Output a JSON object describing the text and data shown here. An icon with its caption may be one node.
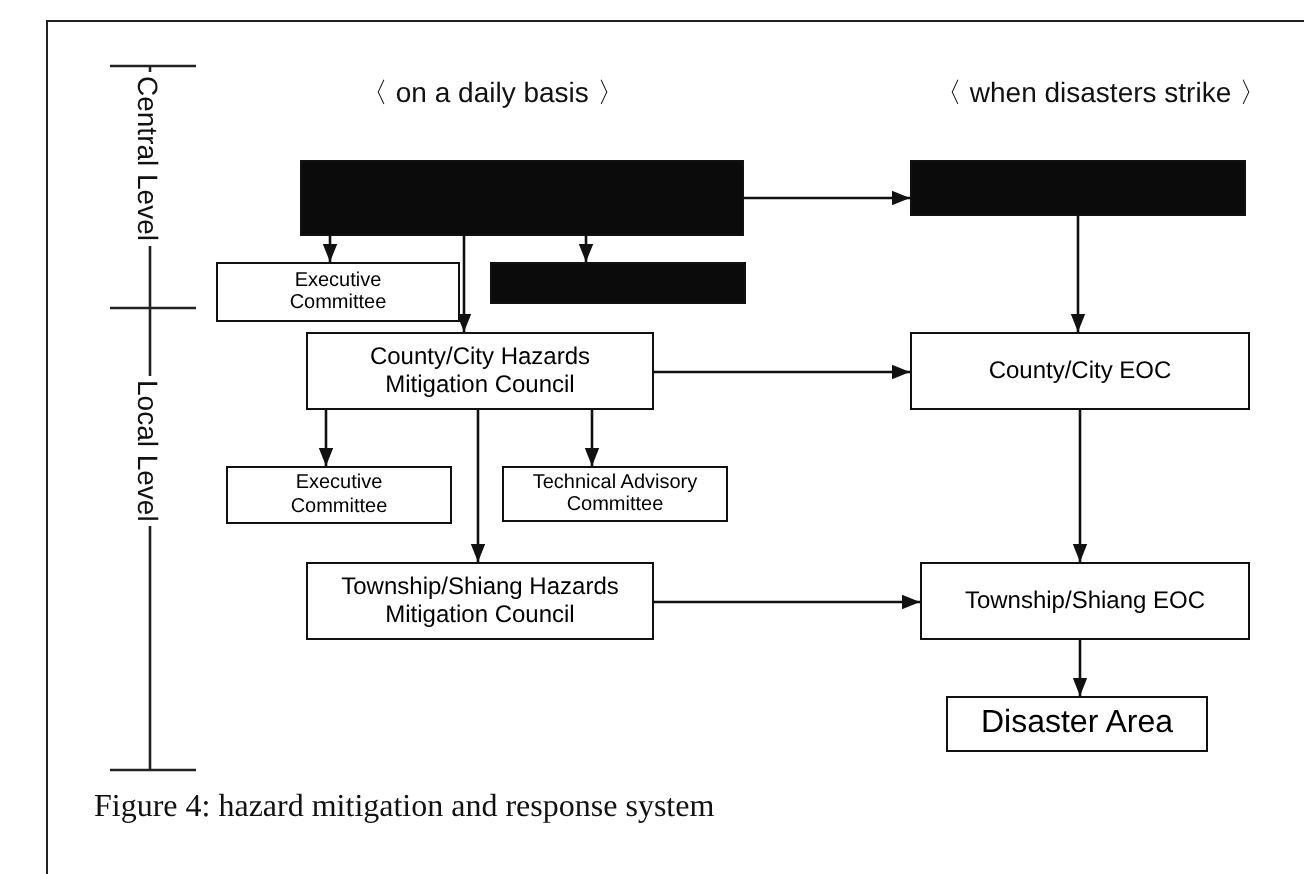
{
  "diagram": {
    "caption": "Figure 4: hazard mitigation and response system",
    "nodes": [
      {
        "text": [],
        "shape": "box"
      },
      {
        "text": [],
        "shape": "box"
      },
      {
        "text": [
          "Executive Committee"
        ]
      },
      {
        "text": [],
        "shape": "box"
      },
      {
        "text": [
          "County/City Hazards Mitigation Council"
        ]
      },
      {
        "text": [
          "County/City EOC"
        ]
      },
      {
        "text": [
          "Executive Committee"
        ]
      },
      {
        "text": [
          "Technical Advisory Committee"
        ]
      },
      {
        "text": [
          "Township/Shiang Hazards Mitigation Council"
        ]
      },
      {
        "text": [
          "Township/Shiang EOC"
        ]
      },
      {
        "text": [
          "Disaster Area"
        ]
      }
    ],
    "edges": [
      {
        "from": 0,
        "to": 1,
        "arrow": "to"
      },
      {
        "from": 0,
        "to": 2,
        "arrow": "to"
      },
      {
        "from": 0,
        "to": 4,
        "arrow": "to"
      },
      {
        "from": 0,
        "to": 3,
        "arrow": "to"
      },
      {
        "from": 1,
        "to": 5,
        "arrow": "to"
      },
      {
        "from": 4,
        "to": 5,
        "arrow": "to"
      },
      {
        "from": 4,
        "to": 6,
        "arrow": "to"
      },
      {
        "from": 4,
        "to": 8,
        "arrow": "to"
      },
      {
        "from": 4,
        "to": 7,
        "arrow": "to"
      },
      {
        "from": 5,
        "to": 9,
        "arrow": "to"
      },
      {
        "from": 8,
        "to": 9,
        "arrow": "to"
      },
      {
        "from": 9,
        "to": 10,
        "arrow": "to"
      }
    ],
    "labels": [
      "〈 on a daily basis 〉",
      "〈 when disasters strike 〉",
      "Central Level",
      "Local Level"
    ]
  }
}
